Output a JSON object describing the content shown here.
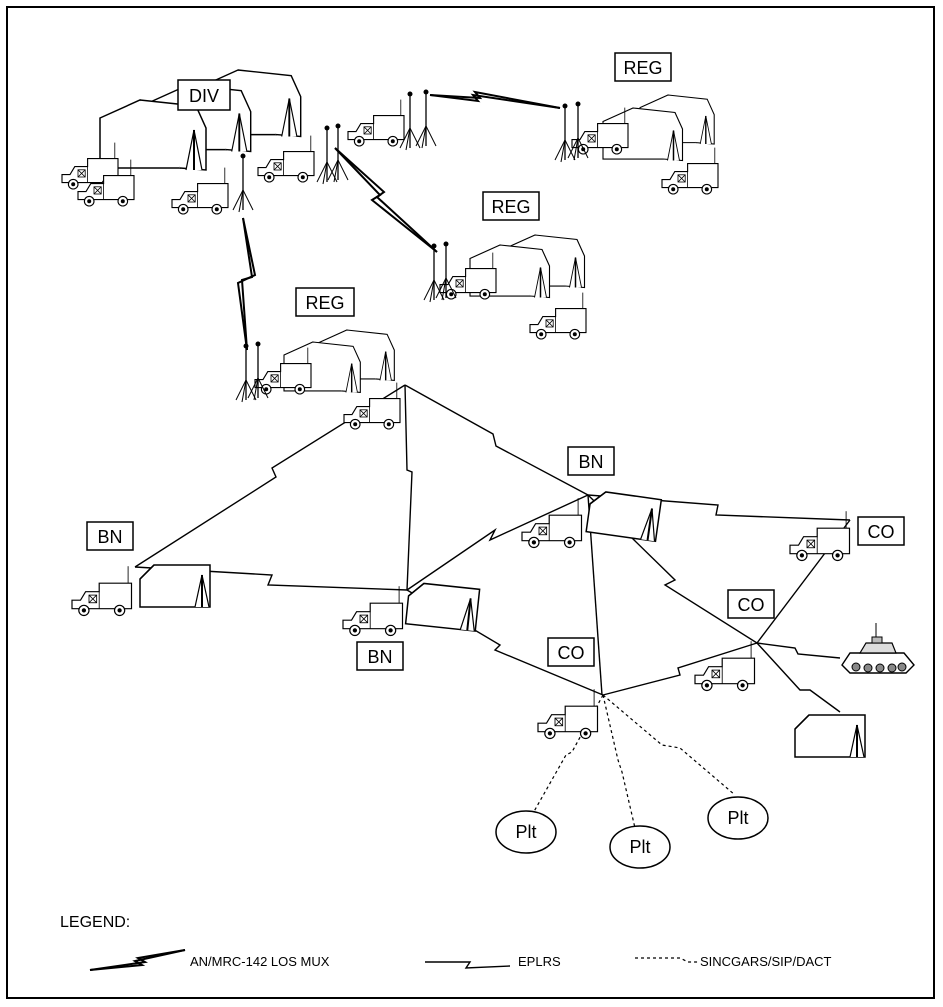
{
  "nodes": {
    "div": "DIV",
    "reg_top": "REG",
    "reg_mid": "REG",
    "reg_left": "REG",
    "bn_left": "BN",
    "bn_center": "BN",
    "bn_right": "BN",
    "co_right": "CO",
    "co_mid": "CO",
    "co_bottom": "CO",
    "plt_1": "Plt",
    "plt_2": "Plt",
    "plt_3": "Plt"
  },
  "legend": {
    "title": "LEGEND:",
    "los_mux": "AN/MRC-142  LOS  MUX",
    "eplrs": "EPLRS",
    "sincgars": "SINCGARS/SIP/DACT"
  }
}
